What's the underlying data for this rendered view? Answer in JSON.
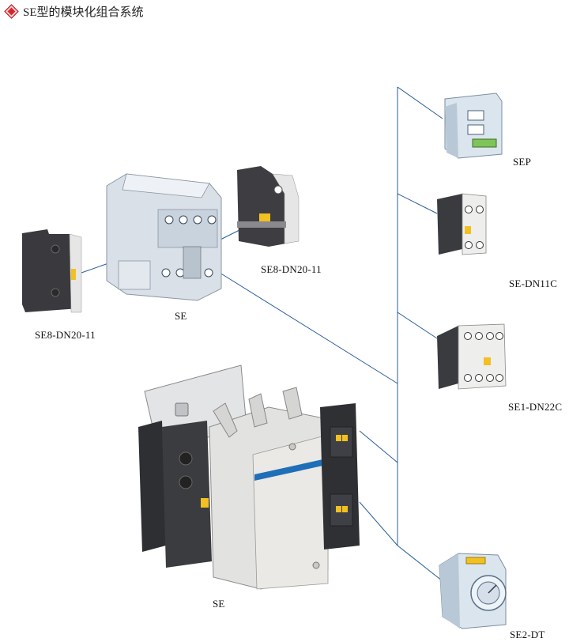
{
  "title": "SE型的模块化组合系统",
  "labels": {
    "left_auxiliary": "SE8-DN20-11",
    "top_auxiliary": "SE8-DN20-11",
    "small_contactor": "SE",
    "large_contactor": "SE",
    "sep": "SEP",
    "se_dn11c": "SE-DN11C",
    "se1_dn22c": "SE1-DN22C",
    "se2_dt": "SE2-DT"
  },
  "colors": {
    "bullet": "#d7262b",
    "line": "#2a5d9a",
    "stripe": "#1f6fb8",
    "module_dark": "#3a3a3e",
    "module_light": "#e9ecef",
    "accent_yellow": "#f2c020"
  }
}
